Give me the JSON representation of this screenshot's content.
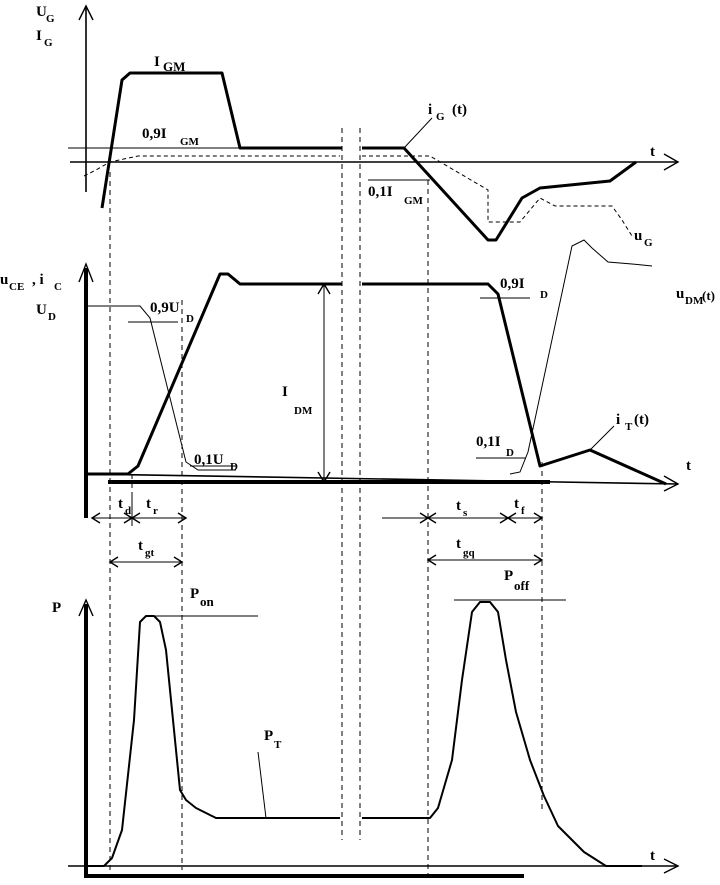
{
  "panel_top": {
    "axis_y_label_1": "U",
    "axis_y_label_1_sub": "G",
    "axis_y_label_2": "I",
    "axis_y_label_2_sub": "G",
    "axis_x_label": "t",
    "igm_label": "I",
    "igm_sub": "GM",
    "p09_label": "0,9I",
    "p09_sub": "GM",
    "p01_label": "0,1I",
    "p01_sub": "GM",
    "ig_label": "i",
    "ig_sub": "G",
    "ig_suffix": "(t)",
    "ug_label": "u",
    "ug_sub": "G"
  },
  "panel_mid": {
    "axis_y_label": "u",
    "axis_y_label_sub": "CE",
    "axis_y_label_2": ", i",
    "axis_y_label_2_sub": "C",
    "axis_x_label": "t",
    "ud_label": "U",
    "ud_sub": "D",
    "p09ud_label": "0,9U",
    "p09ud_sub": "D",
    "p01ud_label": "0,1U",
    "p01ud_sub": "D",
    "idm_label": "I",
    "idm_sub": "DM",
    "p09id_label": "0,9I",
    "p09id_sub": "D",
    "p01id_label": "0,1I",
    "p01id_sub": "D",
    "udm_label": "u",
    "udm_sub": "DM",
    "udm_suffix": "(t)",
    "it_label": "i",
    "it_sub": "T",
    "it_suffix": "(t)",
    "td_label": "t",
    "td_sub": "d",
    "tr_label": "t",
    "tr_sub": "r",
    "tgt_label": "t",
    "tgt_sub": "gt",
    "ts_label": "t",
    "ts_sub": "s",
    "tf_label": "t",
    "tf_sub": "f",
    "tgq_label": "t",
    "tgq_sub": "gq"
  },
  "panel_bot": {
    "axis_y_label": "P",
    "axis_x_label": "t",
    "pon_label": "P",
    "pon_sub": "on",
    "poff_label": "P",
    "poff_sub": "off",
    "pt_label": "P",
    "pt_sub": "T"
  }
}
